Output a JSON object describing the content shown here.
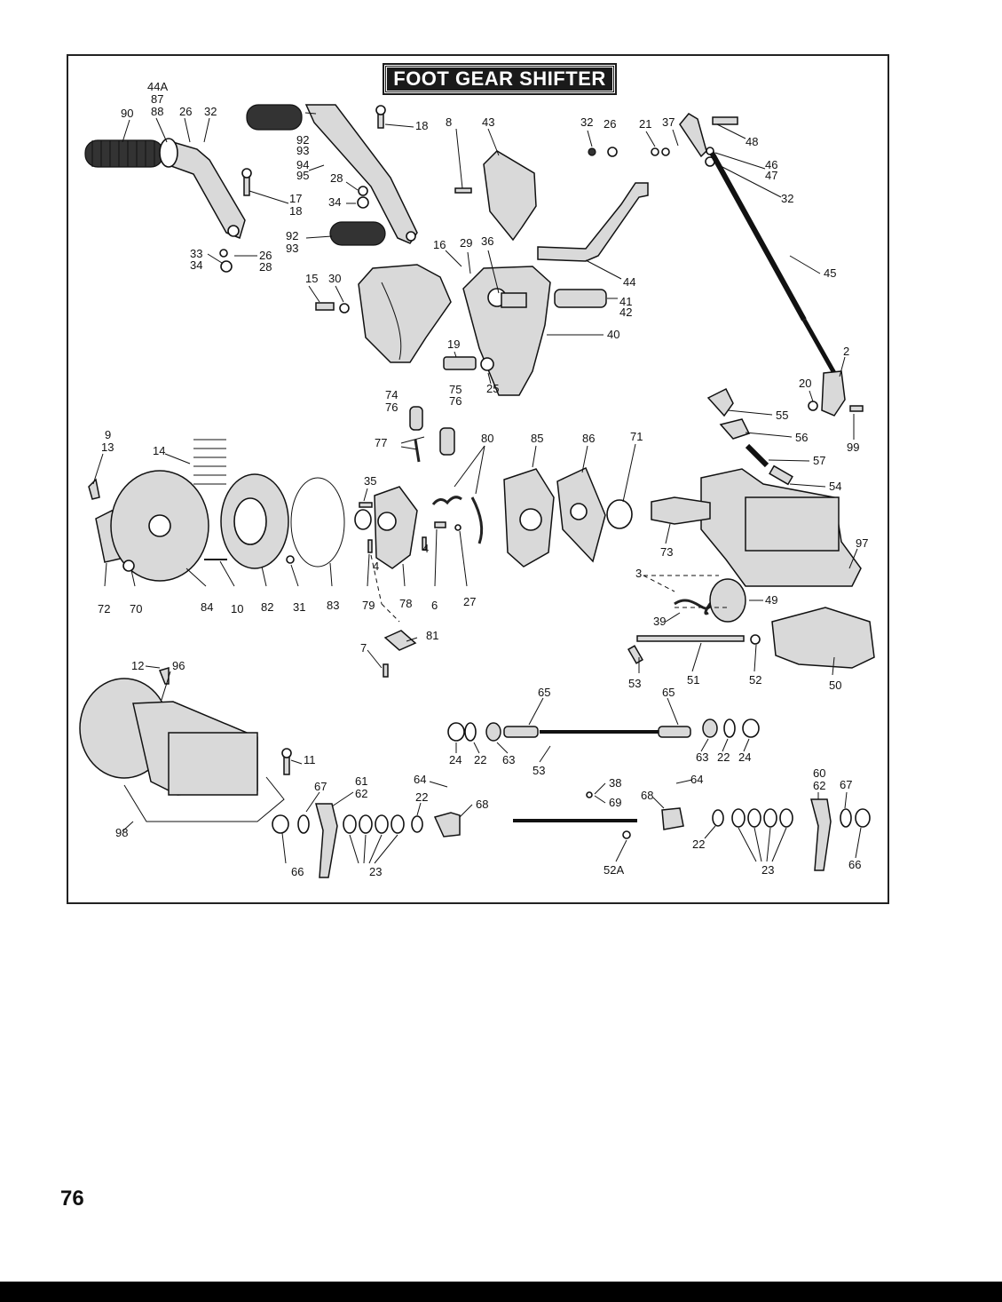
{
  "title": "FOOT GEAR SHIFTER",
  "page_number": "76",
  "part_labels": [
    "44A",
    "87",
    "88",
    "90",
    "26",
    "32",
    "92",
    "93",
    "94",
    "95",
    "18",
    "8",
    "43",
    "32",
    "26",
    "21",
    "37",
    "48",
    "46",
    "47",
    "32",
    "28",
    "34",
    "17",
    "18",
    "92",
    "93",
    "33",
    "34",
    "26",
    "28",
    "16",
    "29",
    "36",
    "44",
    "45",
    "15",
    "30",
    "41",
    "42",
    "40",
    "19",
    "25",
    "2",
    "20",
    "55",
    "56",
    "99",
    "74",
    "76",
    "75",
    "76",
    "77",
    "80",
    "85",
    "86",
    "71",
    "57",
    "54",
    "9",
    "13",
    "14",
    "35",
    "97",
    "73",
    "3",
    "49",
    "39",
    "72",
    "70",
    "84",
    "10",
    "82",
    "31",
    "83",
    "79",
    "78",
    "6",
    "27",
    "4",
    "4",
    "81",
    "7",
    "12",
    "96",
    "51",
    "53",
    "52",
    "50",
    "65",
    "65",
    "24",
    "22",
    "63",
    "53",
    "63",
    "22",
    "24",
    "11",
    "67",
    "61",
    "62",
    "64",
    "22",
    "68",
    "38",
    "69",
    "68",
    "64",
    "60",
    "62",
    "67",
    "98",
    "66",
    "23",
    "52A",
    "22",
    "23",
    "66"
  ]
}
